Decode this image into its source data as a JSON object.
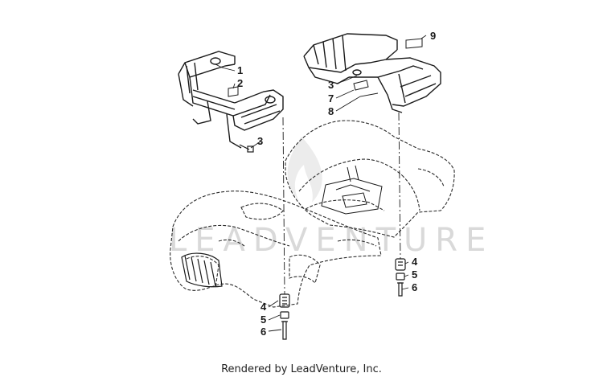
{
  "watermark": "LEADVENTURE",
  "footer": {
    "text": "Rendered by LeadVenture, Inc."
  },
  "callouts": {
    "c1": "1",
    "c2": "2",
    "c3a": "3",
    "c9": "9",
    "c3b": "3",
    "c7": "7",
    "c8": "8",
    "c4a": "4",
    "c5a": "5",
    "c6a": "6",
    "c4b": "4",
    "c5b": "5",
    "c6b": "6"
  },
  "colors": {
    "line": "#1a1a1a",
    "dashed_body": "#2a2a2a",
    "watermark": "#d9d9d9"
  }
}
